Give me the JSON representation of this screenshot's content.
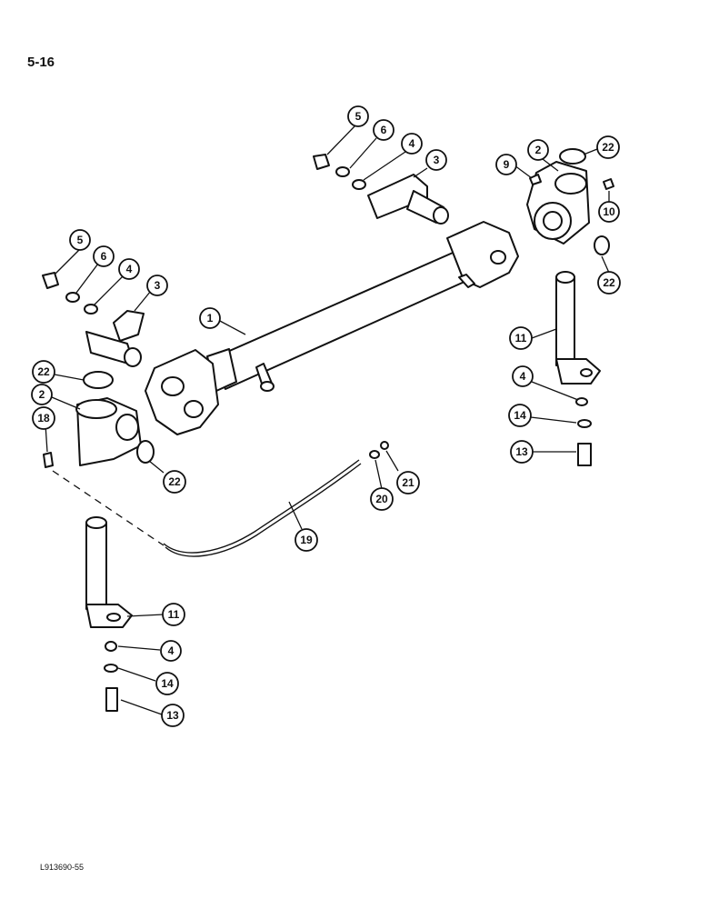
{
  "page": {
    "number": "5-16",
    "figure_code": "L913690-55"
  },
  "callouts": [
    {
      "id": "c5a",
      "label": "5"
    },
    {
      "id": "c6a",
      "label": "6"
    },
    {
      "id": "c4a",
      "label": "4"
    },
    {
      "id": "c3a",
      "label": "3"
    },
    {
      "id": "c2a",
      "label": "2"
    },
    {
      "id": "c22a",
      "label": "22"
    },
    {
      "id": "c9",
      "label": "9"
    },
    {
      "id": "c10",
      "label": "10"
    },
    {
      "id": "c22b",
      "label": "22"
    },
    {
      "id": "c5b",
      "label": "5"
    },
    {
      "id": "c6b",
      "label": "6"
    },
    {
      "id": "c4b",
      "label": "4"
    },
    {
      "id": "c3b",
      "label": "3"
    },
    {
      "id": "c1",
      "label": "1"
    },
    {
      "id": "c11a",
      "label": "11"
    },
    {
      "id": "c22c",
      "label": "22"
    },
    {
      "id": "c2b",
      "label": "2"
    },
    {
      "id": "c18",
      "label": "18"
    },
    {
      "id": "c22d",
      "label": "22"
    },
    {
      "id": "c4c",
      "label": "4"
    },
    {
      "id": "c14a",
      "label": "14"
    },
    {
      "id": "c13a",
      "label": "13"
    },
    {
      "id": "c20",
      "label": "20"
    },
    {
      "id": "c21",
      "label": "21"
    },
    {
      "id": "c19",
      "label": "19"
    },
    {
      "id": "c11b",
      "label": "11"
    },
    {
      "id": "c4d",
      "label": "4"
    },
    {
      "id": "c14b",
      "label": "14"
    },
    {
      "id": "c13b",
      "label": "13"
    }
  ]
}
